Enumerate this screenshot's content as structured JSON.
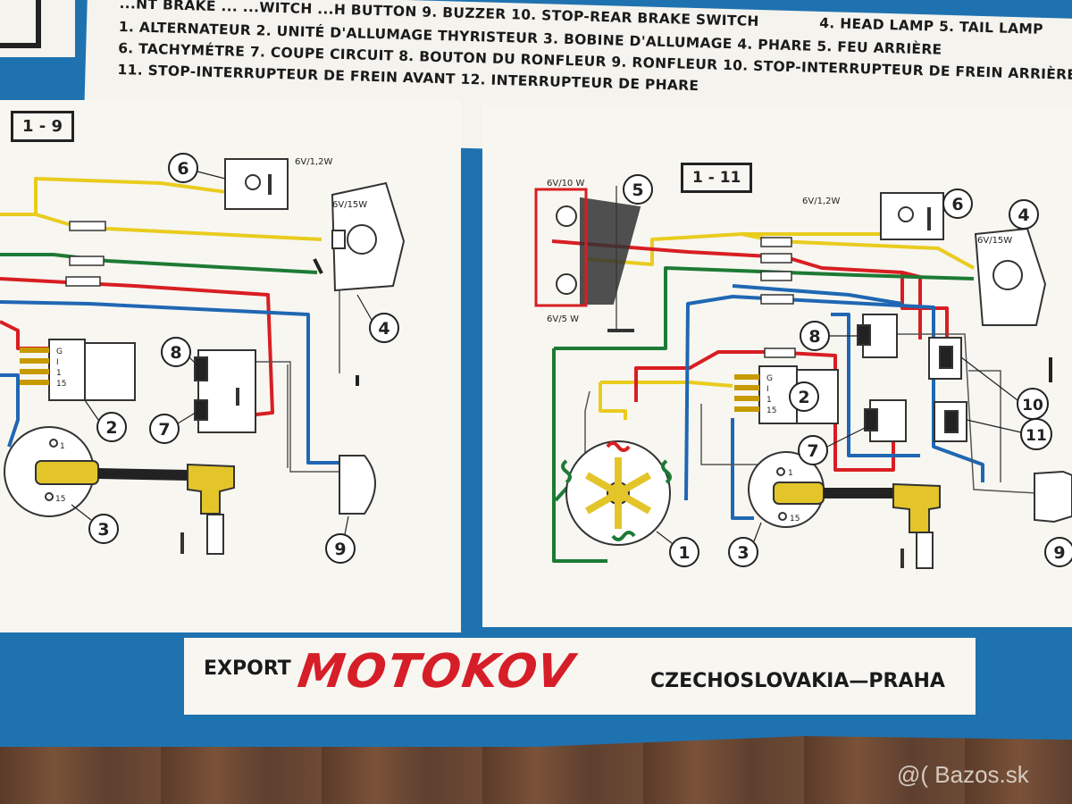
{
  "legend": {
    "line0": "...NT BRAKE ...                       ...WITCH          ...H BUTTON  9. BUZZER  10. STOP-REAR BRAKE SWITCH",
    "line0_tail": "4. HEAD LAMP   5. TAIL LAMP",
    "line1": "1. ALTERNATEUR  2. UNITÉ D'ALLUMAGE THYRISTEUR  3. BOBINE D'ALLUMAGE  4. PHARE  5. FEU ARRIÈRE",
    "line2": "6. TACHYMÉTRE  7. COUPE CIRCUIT  8. BOUTON DU RONFLEUR  9. RONFLEUR  10. STOP-INTERRUPTEUR DE FREIN ARRIÈRE",
    "line3": "11. STOP-INTERRUPTEUR DE FREIN AVANT  12. INTERRUPTEUR DE PHARE"
  },
  "diagrams": {
    "left_id": "1 - 9",
    "right_id": "1 - 11"
  },
  "labels": {
    "lamp_speedo": "6V/1,2W",
    "lamp_head": "6V/15W",
    "lamp_tail_top": "6V/10 W",
    "lamp_tail_bottom": "6V/5 W",
    "unit_terminals": [
      "G",
      "I",
      "1",
      "15"
    ],
    "coil_terminal_1": "1",
    "coil_terminal_15": "15"
  },
  "component_numbers": {
    "n1": "1",
    "n2": "2",
    "n3": "3",
    "n4": "4",
    "n5": "5",
    "n6": "6",
    "n7": "7",
    "n8": "8",
    "n9": "9",
    "n10": "10",
    "n11": "11"
  },
  "banner": {
    "export": "EXPORT",
    "brand": "MOTOKOV",
    "origin": "CZECHOSLOVAKIA—PRAHA"
  },
  "watermark": "@( Bazos.sk",
  "colors": {
    "poster_blue": "#1f72b0",
    "brand_red": "#d61e28",
    "wire_yellow": "#e9cc1e",
    "wire_green": "#1d7a34",
    "wire_red": "#d81e22",
    "wire_blue": "#1f67b3"
  }
}
